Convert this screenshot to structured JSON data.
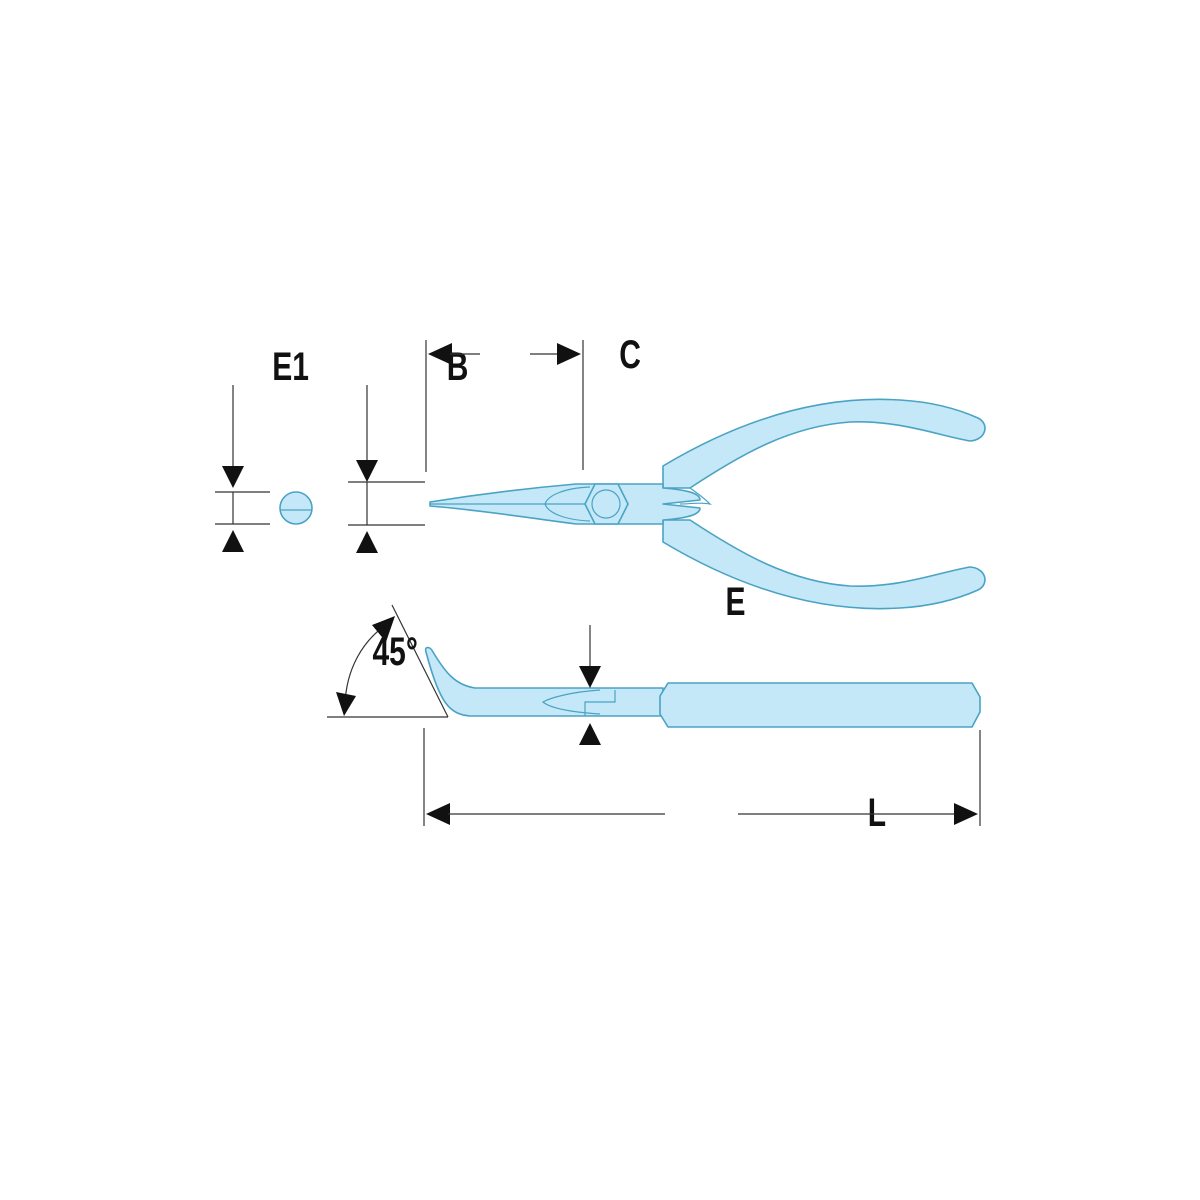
{
  "labels": {
    "e1": "E1",
    "b": "B",
    "c": "C",
    "e": "E",
    "angle": "45°",
    "l": "L"
  },
  "colors": {
    "tool_fill": "#c4e8f7",
    "tool_stroke": "#4aa3c4",
    "dimension": "#111111"
  }
}
